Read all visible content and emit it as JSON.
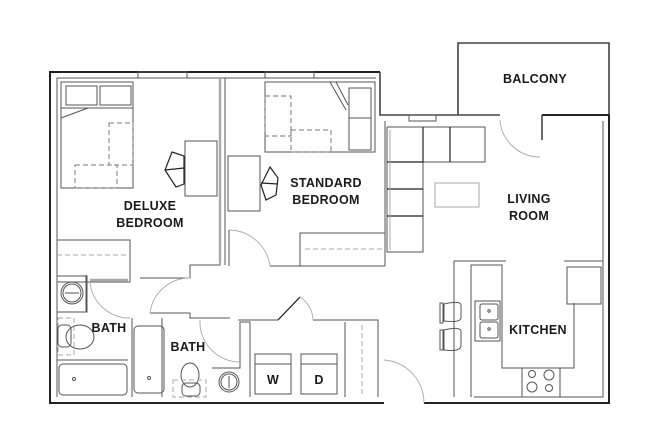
{
  "floorplan": {
    "rooms": [
      {
        "id": "deluxe-bedroom",
        "label_line1": "DELUXE",
        "label_line2": "BEDROOM"
      },
      {
        "id": "standard-bedroom",
        "label_line1": "STANDARD",
        "label_line2": "BEDROOM"
      },
      {
        "id": "balcony",
        "label_line1": "BALCONY"
      },
      {
        "id": "living-room",
        "label_line1": "LIVING",
        "label_line2": "ROOM"
      },
      {
        "id": "bath-1",
        "label_line1": "BATH"
      },
      {
        "id": "bath-2",
        "label_line1": "BATH"
      },
      {
        "id": "kitchen",
        "label_line1": "KITCHEN"
      }
    ],
    "appliances": {
      "washer": "W",
      "dryer": "D"
    }
  }
}
